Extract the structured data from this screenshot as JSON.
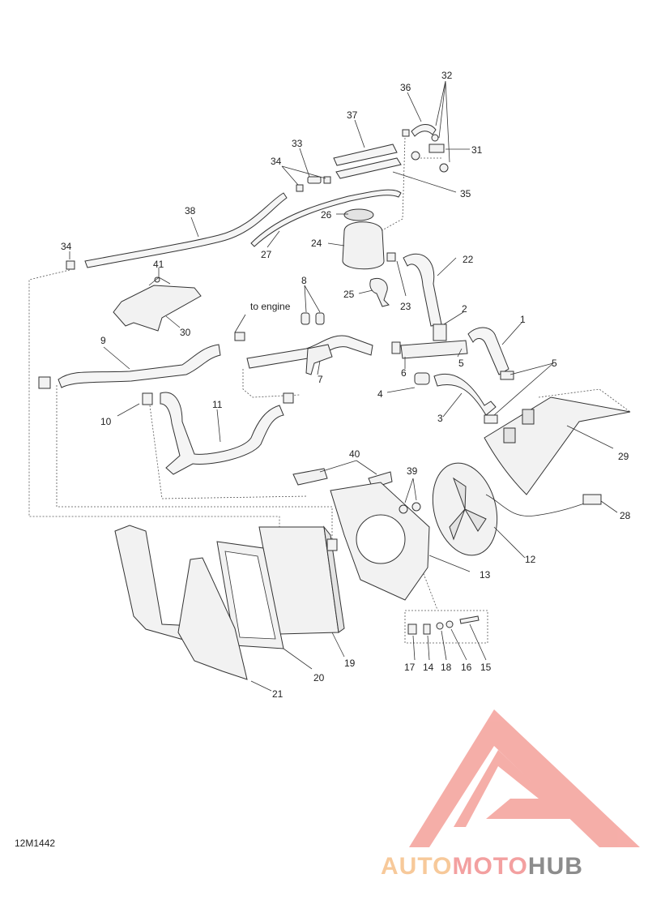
{
  "diagram": {
    "code": "12M1442",
    "note_to_engine": "to engine",
    "callouts": [
      {
        "id": "c1",
        "text": "1"
      },
      {
        "id": "c2",
        "text": "2"
      },
      {
        "id": "c3",
        "text": "3"
      },
      {
        "id": "c4",
        "text": "4"
      },
      {
        "id": "c5a",
        "text": "5"
      },
      {
        "id": "c5b",
        "text": "5"
      },
      {
        "id": "c6",
        "text": "6"
      },
      {
        "id": "c7",
        "text": "7"
      },
      {
        "id": "c8",
        "text": "8"
      },
      {
        "id": "c9",
        "text": "9"
      },
      {
        "id": "c10",
        "text": "10"
      },
      {
        "id": "c11",
        "text": "11"
      },
      {
        "id": "c12",
        "text": "12"
      },
      {
        "id": "c13",
        "text": "13"
      },
      {
        "id": "c14",
        "text": "14"
      },
      {
        "id": "c15",
        "text": "15"
      },
      {
        "id": "c16",
        "text": "16"
      },
      {
        "id": "c17",
        "text": "17"
      },
      {
        "id": "c18",
        "text": "18"
      },
      {
        "id": "c19",
        "text": "19"
      },
      {
        "id": "c20",
        "text": "20"
      },
      {
        "id": "c21",
        "text": "21"
      },
      {
        "id": "c22",
        "text": "22"
      },
      {
        "id": "c23",
        "text": "23"
      },
      {
        "id": "c24",
        "text": "24"
      },
      {
        "id": "c25",
        "text": "25"
      },
      {
        "id": "c26",
        "text": "26"
      },
      {
        "id": "c27",
        "text": "27"
      },
      {
        "id": "c28",
        "text": "28"
      },
      {
        "id": "c29",
        "text": "29"
      },
      {
        "id": "c30",
        "text": "30"
      },
      {
        "id": "c31",
        "text": "31"
      },
      {
        "id": "c32",
        "text": "32"
      },
      {
        "id": "c33",
        "text": "33"
      },
      {
        "id": "c34a",
        "text": "34"
      },
      {
        "id": "c34b",
        "text": "34"
      },
      {
        "id": "c35",
        "text": "35"
      },
      {
        "id": "c36",
        "text": "36"
      },
      {
        "id": "c37",
        "text": "37"
      },
      {
        "id": "c38",
        "text": "38"
      },
      {
        "id": "c39",
        "text": "39"
      },
      {
        "id": "c40",
        "text": "40"
      },
      {
        "id": "c41",
        "text": "41"
      }
    ]
  },
  "watermark": {
    "part1": "AUTO",
    "part2": "MOTO",
    "part3": "HUB",
    "color_auto": "#f7c99a",
    "color_moto": "#f3a0a0",
    "color_hub": "#8c8c8c",
    "logo_color": "#f28b82"
  }
}
